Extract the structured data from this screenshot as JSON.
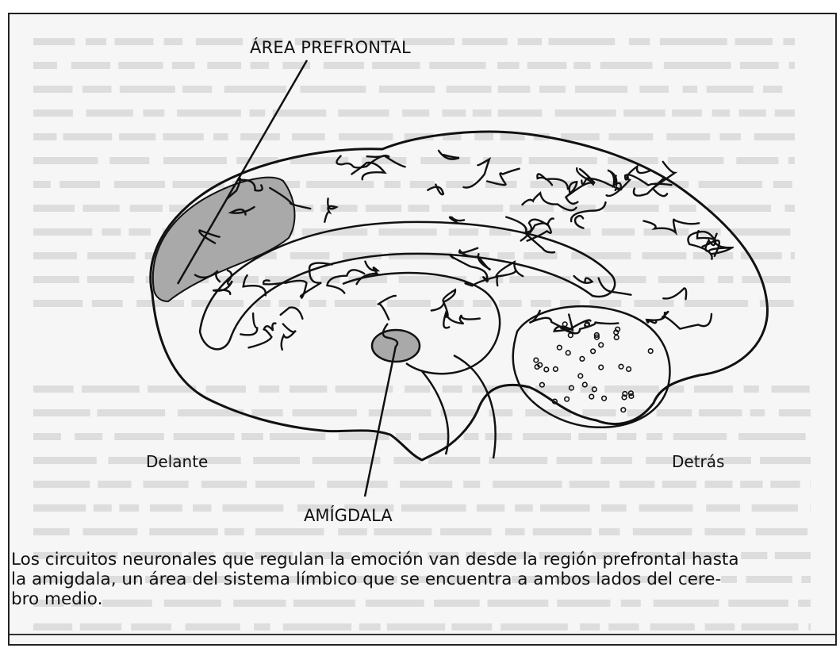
{
  "labels": {
    "area_prefrontal": "ÁREA PREFRONTAL",
    "amigdala": "AMÍGDALA",
    "delante": "Delante",
    "detras": "Detrás"
  },
  "caption": {
    "lines": [
      "Los circuitos neuronales que regulan la emoción van desde la región prefrontal hasta",
      "la amigdala, un área del sistema límbico que se encuentra a ambos lados del cere-",
      "bro medio."
    ]
  },
  "colors": {
    "ink": "#111111",
    "shade": "#a9a9a9",
    "background_text": "#c9c9c9",
    "page": "#f6f6f6"
  }
}
